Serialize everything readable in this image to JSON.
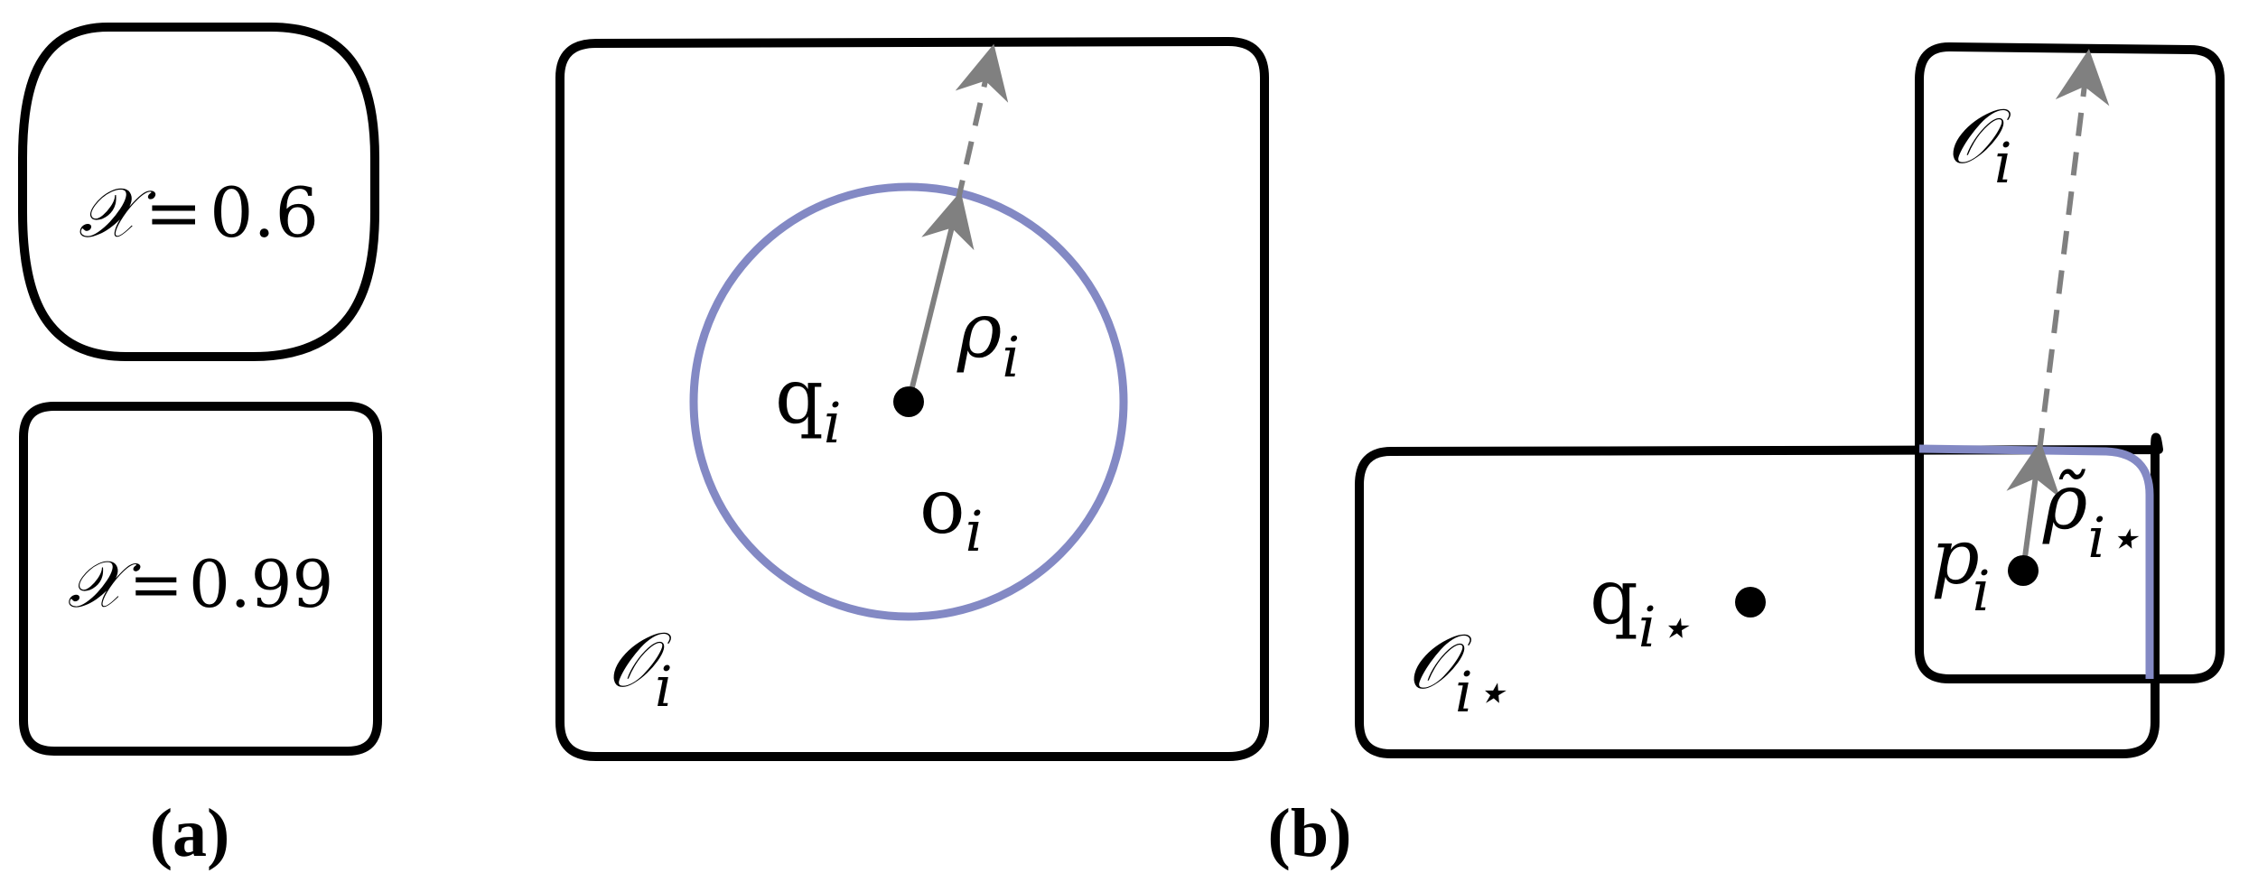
{
  "colors": {
    "stroke": "#000000",
    "circle": "#8389c4",
    "arrow": "#808080"
  },
  "panel_a": {
    "caption": "(a)",
    "top_shape": {
      "kappa_symbol": "𝒳",
      "equals": "=",
      "value": "0.6"
    },
    "bottom_shape": {
      "kappa_symbol": "𝒳",
      "equals": "=",
      "value": "0.99"
    }
  },
  "panel_b": {
    "caption": "(b)",
    "left": {
      "region_base": "𝒪",
      "region_sub": "i",
      "point_base": "q",
      "point_sub": "i",
      "radius_base": "ρ",
      "radius_sub": "i",
      "circle_base": "o",
      "circle_sub": "i"
    },
    "right": {
      "upper_region_base": "𝒪",
      "upper_region_sub": "i",
      "lower_region_base": "𝒪",
      "lower_region_sub": "i⋆",
      "point_q_base": "q",
      "point_q_sub": "i⋆",
      "point_p_base": "p",
      "point_p_sub": "i",
      "radius_base": "ρ̃",
      "radius_sub": "i⋆"
    }
  }
}
